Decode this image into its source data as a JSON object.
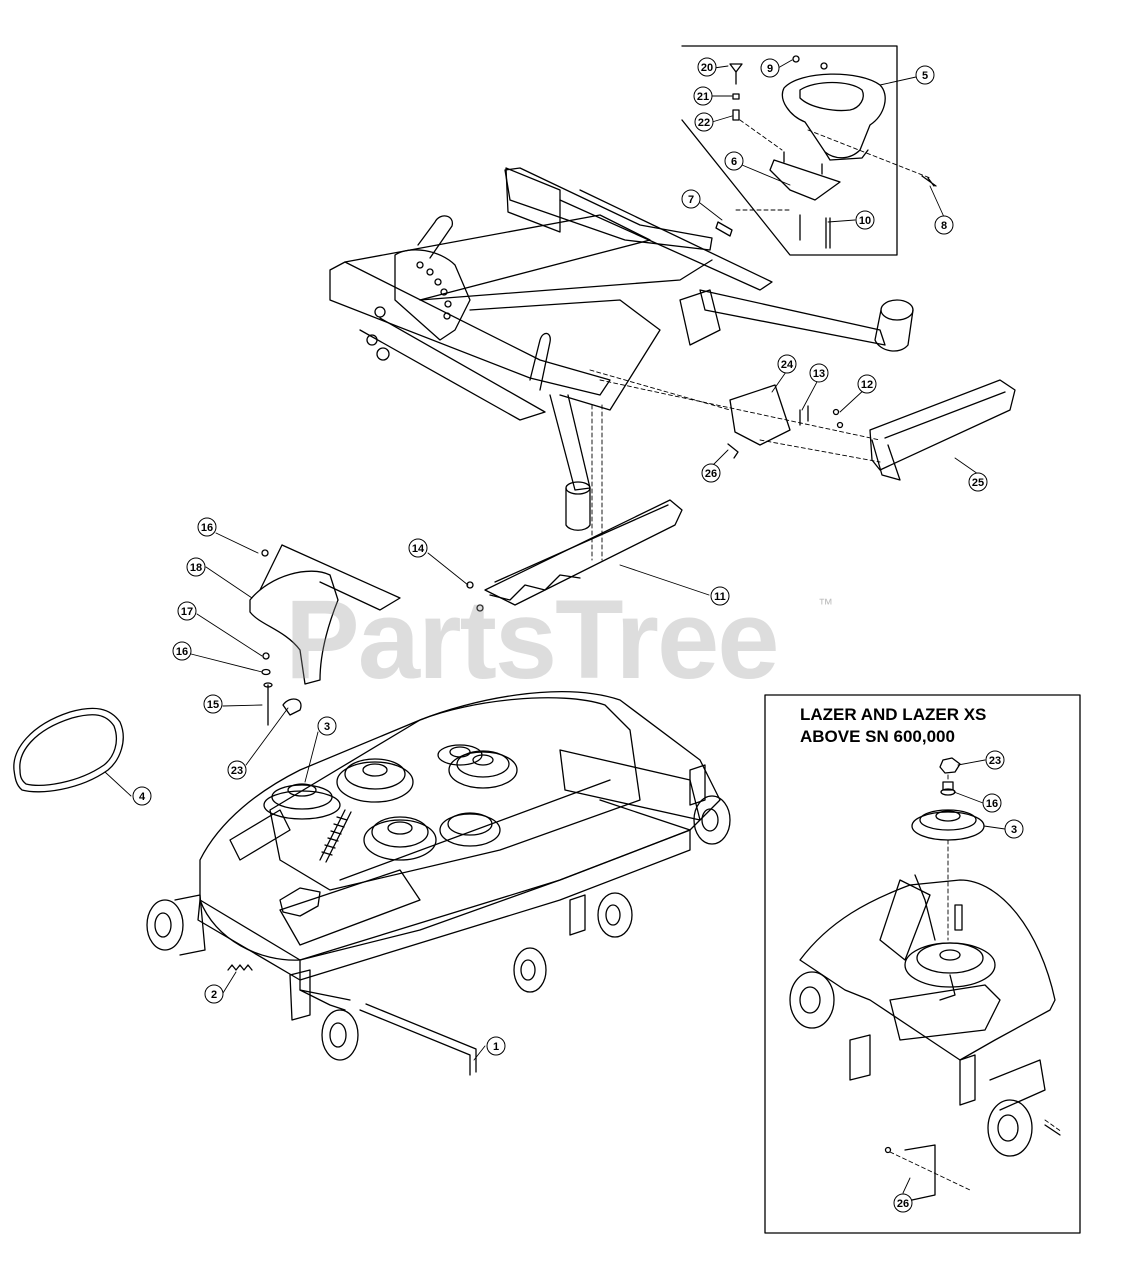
{
  "watermark": {
    "text": "PartsTree",
    "mark": "™"
  },
  "inset": {
    "title_line1": "LAZER AND LAZER XS",
    "title_line2": "ABOVE SN 600,000"
  },
  "callouts": [
    "20",
    "9",
    "5",
    "21",
    "22",
    "6",
    "7",
    "8",
    "10",
    "24",
    "13",
    "12",
    "26",
    "25",
    "16",
    "18",
    "14",
    "11",
    "17",
    "16",
    "15",
    "3",
    "23",
    "4",
    "2",
    "1",
    "23",
    "16",
    "3",
    "26"
  ],
  "colors": {
    "line": "#000000",
    "background": "#ffffff",
    "watermark": "#969696"
  }
}
